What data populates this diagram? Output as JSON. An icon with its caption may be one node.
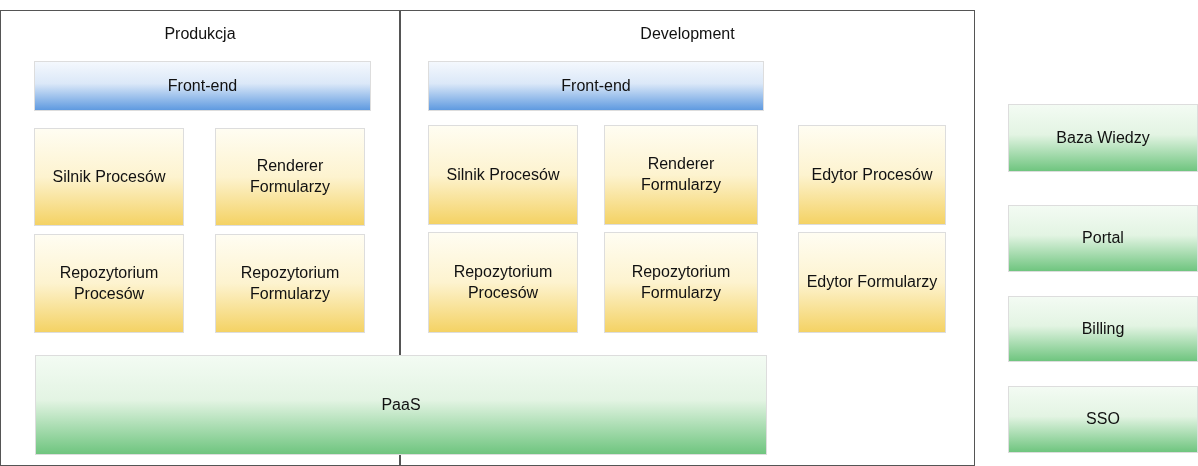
{
  "diagram": {
    "nodes": [
      {
        "text": [
          "Produkcja"
        ]
      },
      {
        "text": [
          "Front-end"
        ],
        "in": 0
      },
      {
        "text": [
          "Silnik Procesów"
        ],
        "in": 0
      },
      {
        "text": [
          "Renderer Formularzy"
        ],
        "in": 0
      },
      {
        "text": [
          "Repozytorium Procesów"
        ],
        "in": 0
      },
      {
        "text": [
          "Repozytorium Formularzy"
        ],
        "in": 0
      },
      {
        "text": [
          "Development"
        ]
      },
      {
        "text": [
          "Front-end"
        ],
        "in": 6
      },
      {
        "text": [
          "Silnik Procesów"
        ],
        "in": 6
      },
      {
        "text": [
          "Renderer Formularzy"
        ],
        "in": 6
      },
      {
        "text": [
          "Edytor Procesów"
        ],
        "in": 6
      },
      {
        "text": [
          "Repozytorium Procesów"
        ],
        "in": 6
      },
      {
        "text": [
          "Repozytorium Formularzy"
        ],
        "in": 6
      },
      {
        "text": [
          "Edytor Formularzy"
        ],
        "in": 6
      },
      {
        "text": [
          "PaaS"
        ]
      },
      {
        "text": [
          "Baza Wiedzy"
        ]
      },
      {
        "text": [
          "Portal"
        ]
      },
      {
        "text": [
          "Billing"
        ]
      },
      {
        "text": [
          "SSO"
        ]
      }
    ]
  }
}
